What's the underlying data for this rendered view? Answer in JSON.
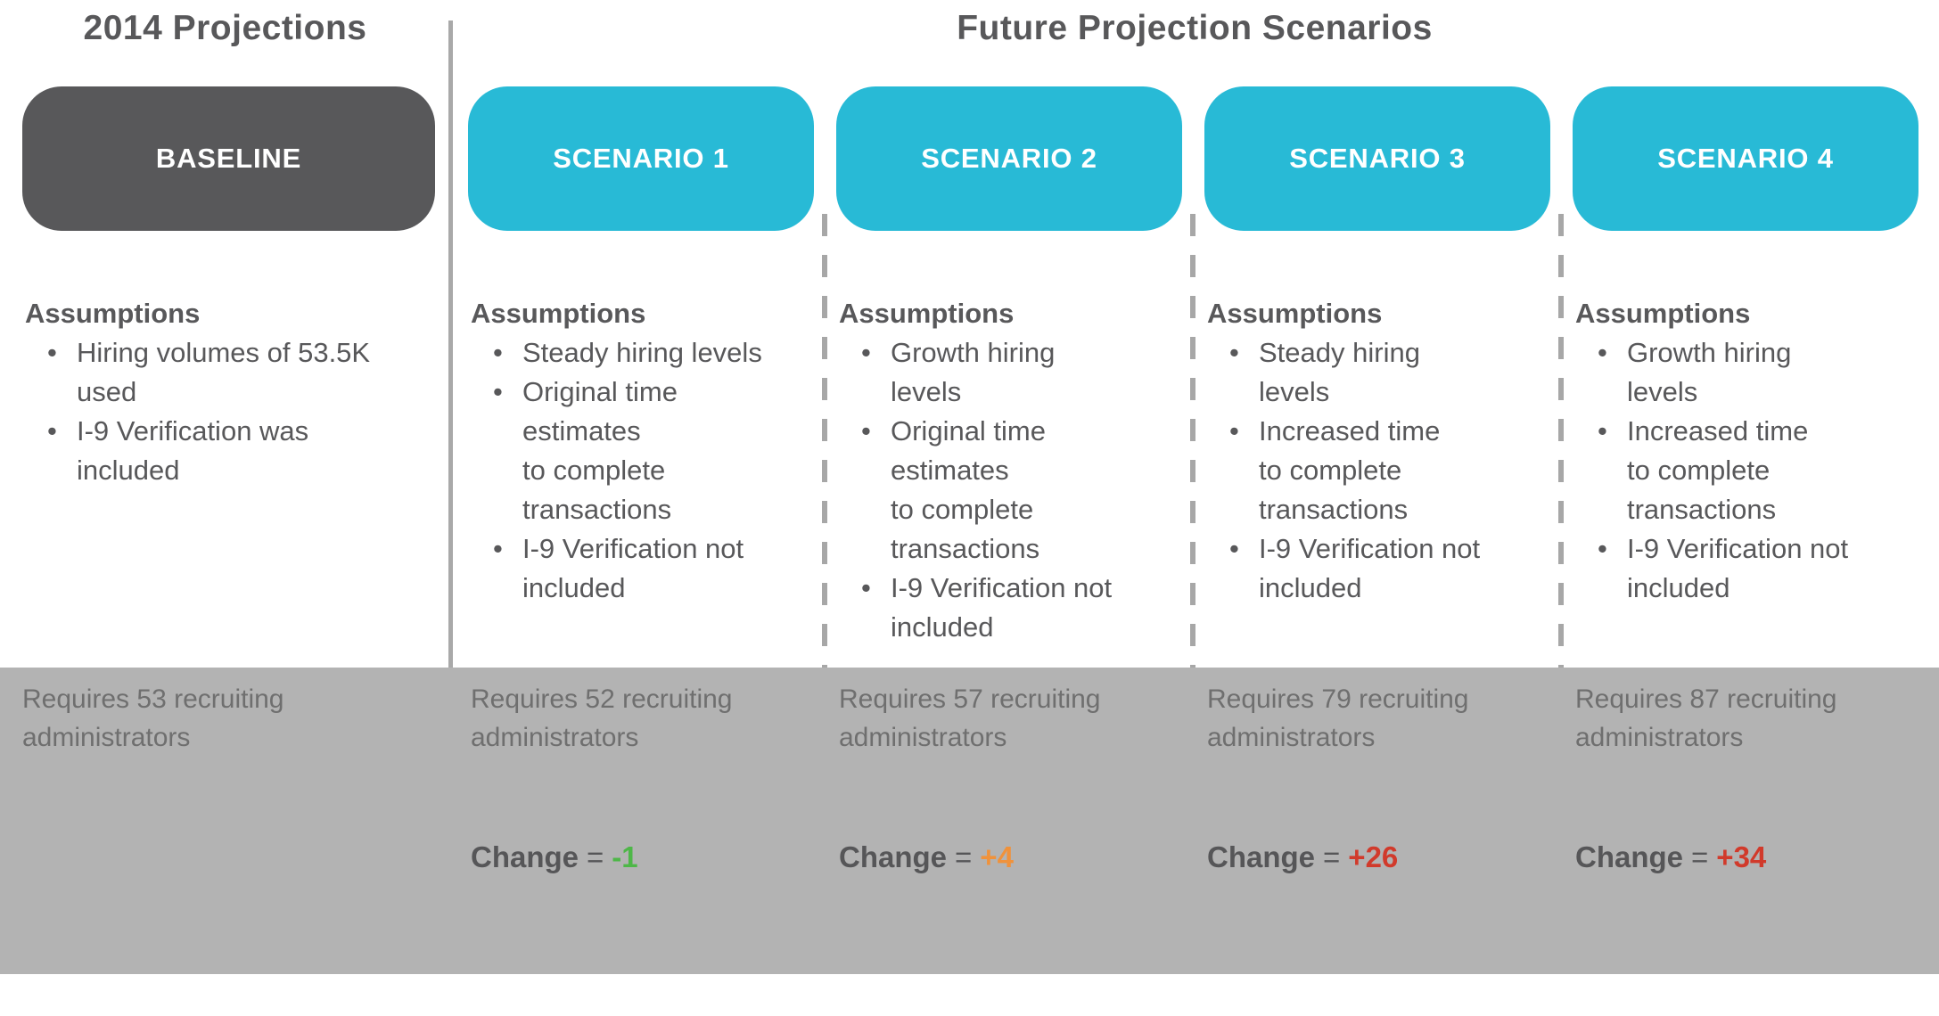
{
  "titles": {
    "left": "2014 Projections",
    "right": "Future Projection Scenarios"
  },
  "colors": {
    "baseline_pill_dark": "#58585A",
    "scenario_pill_teal": "#28BAD6",
    "band_gray": "#B3B3B3",
    "body_text_gray": "#58585A",
    "band_text_gray": "#6F6F6F",
    "change_green": "#4EB748",
    "change_orange": "#F0923B",
    "change_red": "#D13A2B"
  },
  "columns": [
    {
      "pill_label": "BASELINE",
      "assumptions_title": "Assumptions",
      "bullets": [
        "Hiring volumes of 53.5K\nused",
        "I-9 Verification was\nincluded"
      ],
      "requires": "Requires 53 recruiting\nadministrators"
    },
    {
      "pill_label": "SCENARIO 1",
      "assumptions_title": "Assumptions",
      "bullets": [
        "Steady hiring levels",
        "Original time\nestimates\nto complete\ntransactions",
        "I-9 Verification not\nincluded"
      ],
      "requires": "Requires 52 recruiting\nadministrators",
      "change": {
        "label": "Change",
        "eq": "=",
        "value": "-1",
        "value_color": "#4EB748"
      }
    },
    {
      "pill_label": "SCENARIO 2",
      "assumptions_title": "Assumptions",
      "bullets": [
        "Growth hiring\nlevels",
        "Original time\nestimates\nto complete\ntransactions",
        "I-9 Verification not\nincluded"
      ],
      "requires": "Requires 57 recruiting\nadministrators",
      "change": {
        "label": "Change",
        "eq": "=",
        "value": "+4",
        "value_color": "#F0923B"
      }
    },
    {
      "pill_label": "SCENARIO 3",
      "assumptions_title": "Assumptions",
      "bullets": [
        "Steady hiring\nlevels",
        "Increased time\nto complete\ntransactions",
        "I-9 Verification not\nincluded"
      ],
      "requires": "Requires 79 recruiting\nadministrators",
      "change": {
        "label": "Change",
        "eq": "=",
        "value": "+26",
        "value_color": "#D13A2B"
      }
    },
    {
      "pill_label": "SCENARIO 4",
      "assumptions_title": "Assumptions",
      "bullets": [
        "Growth hiring\nlevels",
        "Increased time\nto complete\ntransactions",
        "I-9 Verification not\nincluded"
      ],
      "requires": "Requires 87 recruiting\nadministrators",
      "change": {
        "label": "Change",
        "eq": "=",
        "value": "+34",
        "value_color": "#D13A2B"
      }
    }
  ]
}
